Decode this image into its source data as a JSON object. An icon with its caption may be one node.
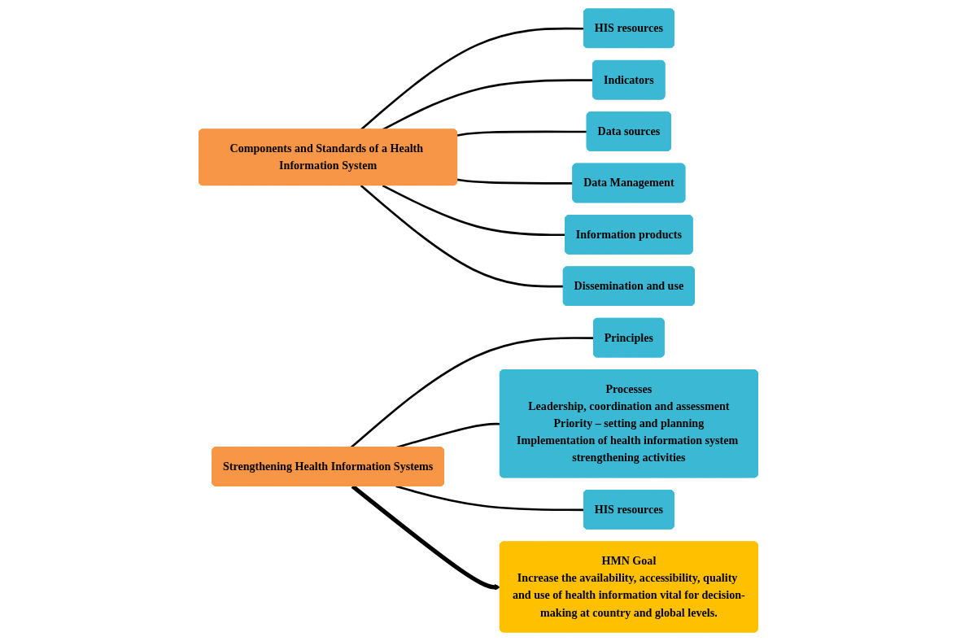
{
  "diagram": {
    "nodes": [
      {
        "text": [
          "Components and Standards of a Health Information System"
        ]
      },
      {
        "text": [
          "HIS resources"
        ]
      },
      {
        "text": [
          "Indicators"
        ]
      },
      {
        "text": [
          "Data sources"
        ]
      },
      {
        "text": [
          "Data Management"
        ]
      },
      {
        "text": [
          "Information products"
        ]
      },
      {
        "text": [
          "Dissemination and use"
        ]
      },
      {
        "text": [
          "Strengthening Health Information Systems"
        ]
      },
      {
        "text": [
          "Principles"
        ]
      },
      {
        "text": [
          "Processes",
          "Leadership, coordination and assessment",
          "Priority – setting and planning",
          "Implementation of health information system strengthening activities"
        ]
      },
      {
        "text": [
          "HIS resources"
        ]
      },
      {
        "text": [
          "HMN Goal",
          "Increase the availability, accessibility, quality and use of health information vital for decision-making at country and global levels."
        ]
      }
    ],
    "edges": [
      {
        "from": 0,
        "to": 1,
        "arrow": "none"
      },
      {
        "from": 0,
        "to": 2,
        "arrow": "none"
      },
      {
        "from": 0,
        "to": 3,
        "arrow": "none"
      },
      {
        "from": 0,
        "to": 4,
        "arrow": "none"
      },
      {
        "from": 0,
        "to": 5,
        "arrow": "none"
      },
      {
        "from": 0,
        "to": 6,
        "arrow": "none"
      },
      {
        "from": 7,
        "to": 8,
        "arrow": "none"
      },
      {
        "from": 7,
        "to": 9,
        "arrow": "none"
      },
      {
        "from": 7,
        "to": 10,
        "arrow": "none"
      },
      {
        "from": 7,
        "to": 11,
        "arrow": "to",
        "style": "thick"
      }
    ]
  }
}
